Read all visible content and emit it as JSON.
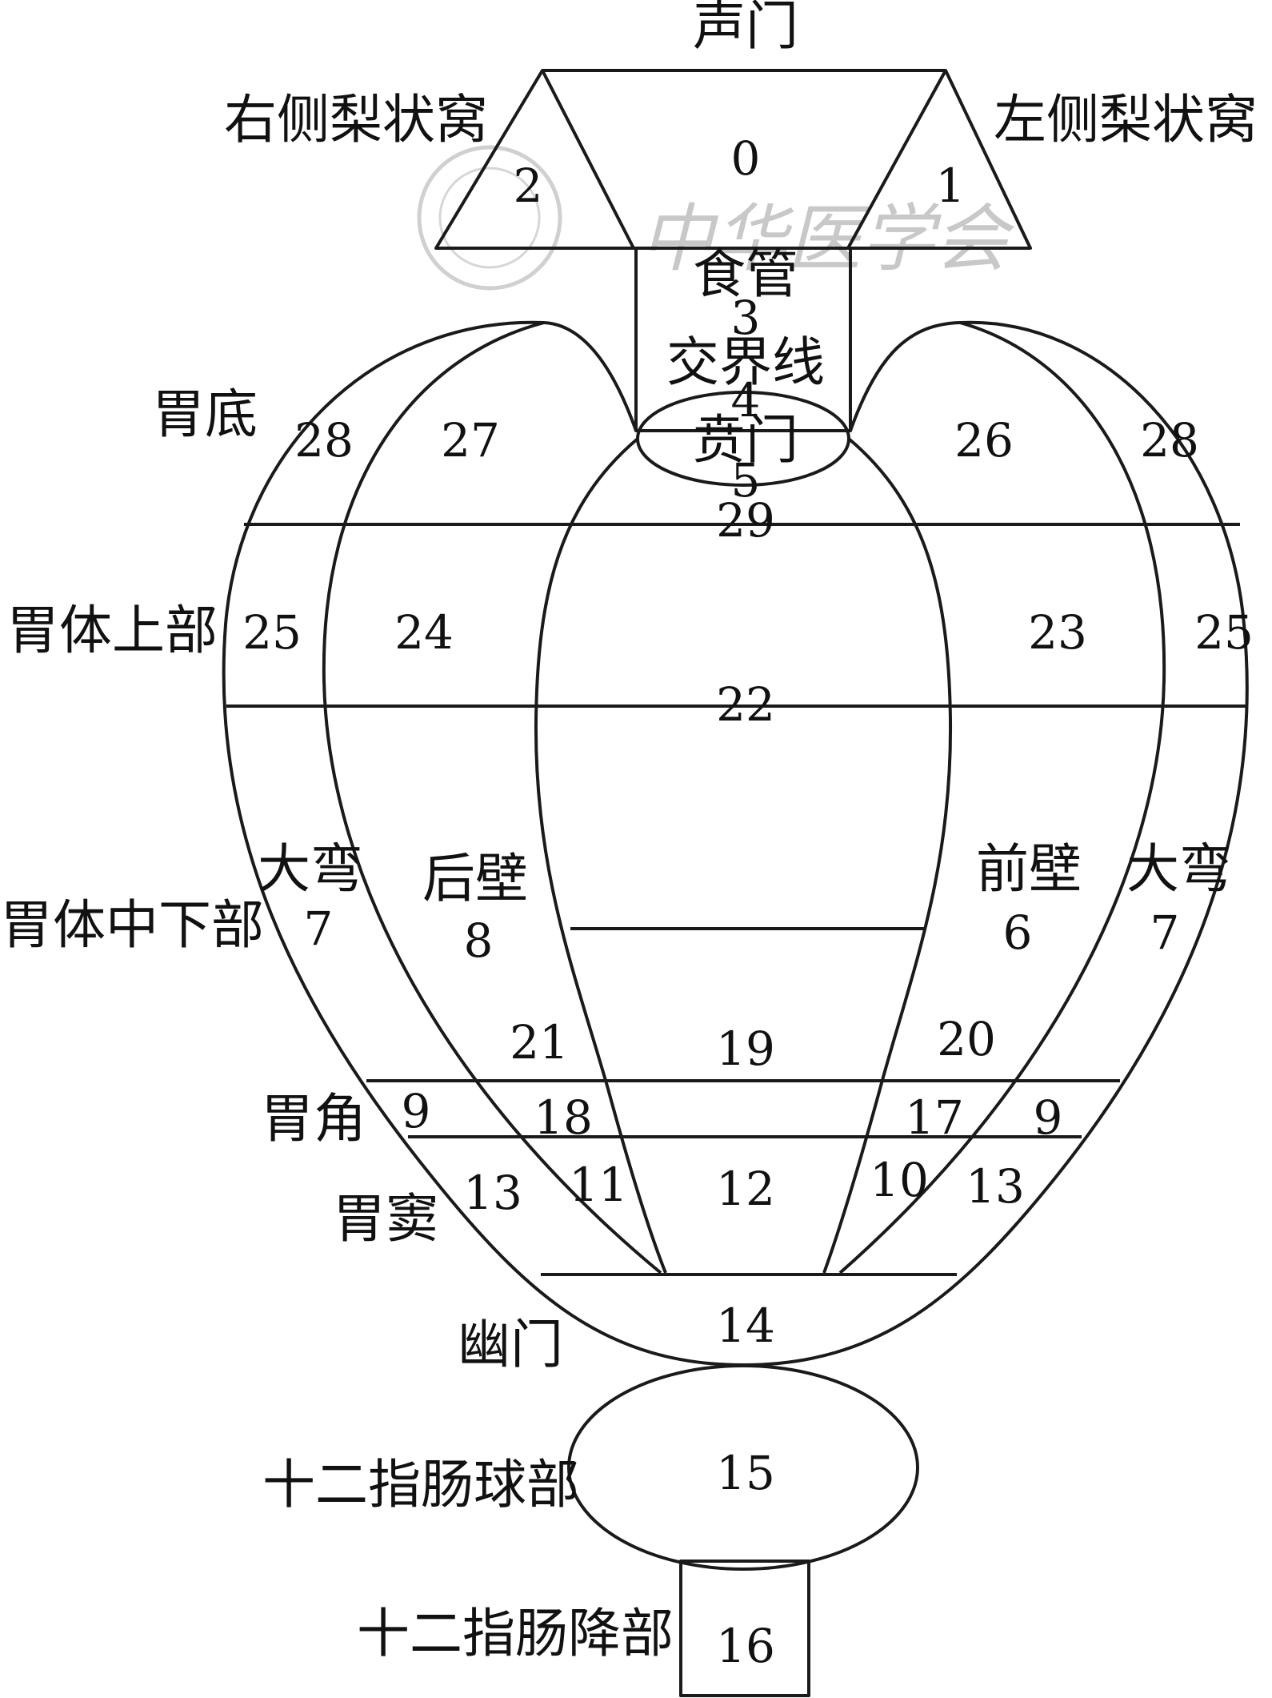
{
  "watermark": "中华医学会",
  "region_labels": {
    "glottis": "声门",
    "right_piriform": "右侧梨状窝",
    "left_piriform": "左侧梨状窝",
    "esophagus": "食管",
    "junction": "交界线",
    "cardia": "贲门",
    "fundus": "胃底",
    "upper_body": "胃体上部",
    "greater_curve_left": "大弯",
    "greater_curve_right": "大弯",
    "posterior_wall": "后壁",
    "anterior_wall": "前壁",
    "mid_lower_body": "胃体中下部",
    "angle": "胃角",
    "antrum": "胃窦",
    "pylorus": "幽门",
    "duodenal_bulb": "十二指肠球部",
    "descending_duodenum": "十二指肠降部"
  },
  "region_numbers": {
    "n0": "0",
    "n1": "1",
    "n2": "2",
    "n3": "3",
    "n4": "4",
    "n5": "5",
    "n6": "6",
    "n7a": "7",
    "n7b": "7",
    "n8": "8",
    "n9a": "9",
    "n9b": "9",
    "n10": "10",
    "n11": "11",
    "n12": "12",
    "n13a": "13",
    "n13b": "13",
    "n14": "14",
    "n15": "15",
    "n16": "16",
    "n17": "17",
    "n18": "18",
    "n19": "19",
    "n20": "20",
    "n21": "21",
    "n22": "22",
    "n23": "23",
    "n24": "24",
    "n25a": "25",
    "n25b": "25",
    "n26": "26",
    "n27": "27",
    "n28a": "28",
    "n28b": "28",
    "n29": "29"
  }
}
